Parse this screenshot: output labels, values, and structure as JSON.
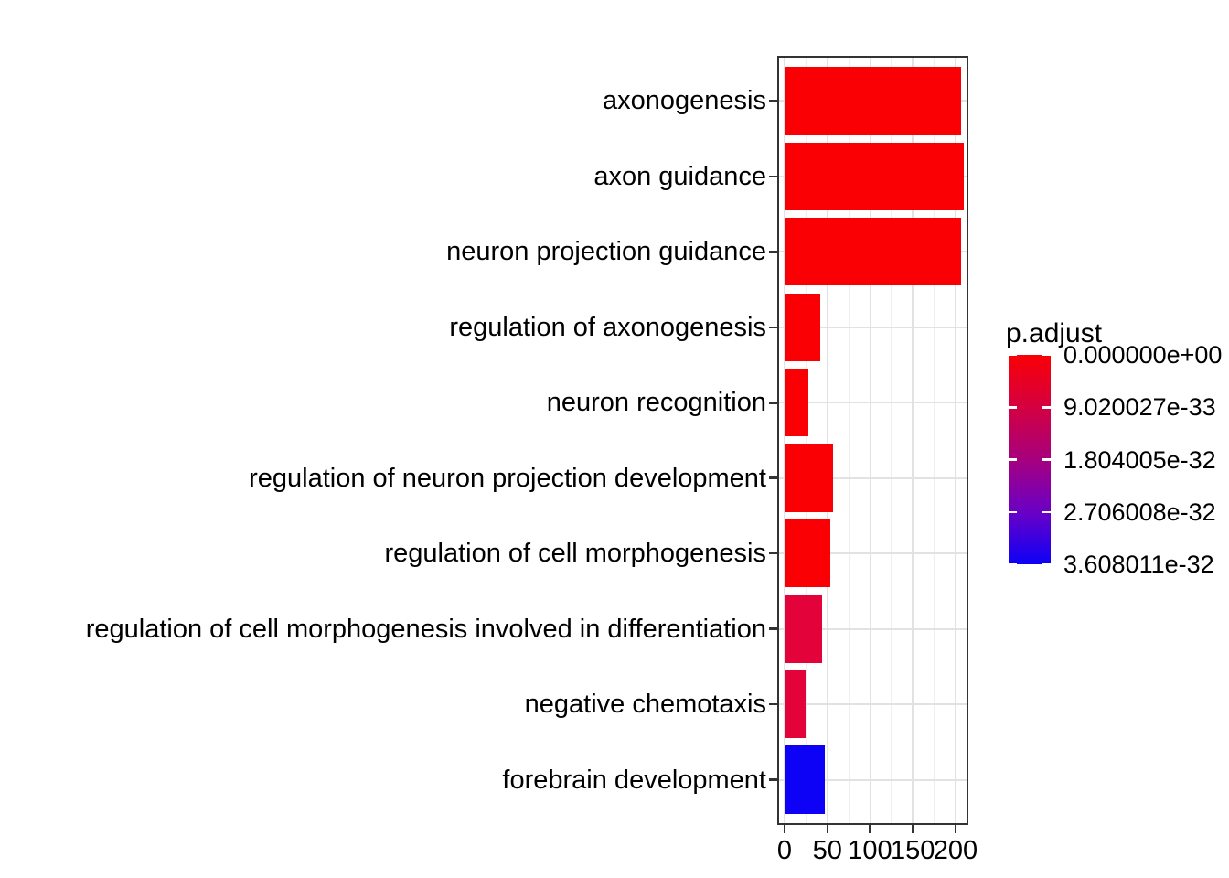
{
  "chart_data": {
    "type": "bar",
    "orientation": "horizontal",
    "title": "",
    "xlabel": "",
    "ylabel": "",
    "categories": [
      "axonogenesis",
      "axon guidance",
      "neuron projection guidance",
      "regulation of axonogenesis",
      "neuron recognition",
      "regulation of neuron projection development",
      "regulation of cell morphogenesis",
      "regulation of cell morphogenesis involved in differentiation",
      "negative chemotaxis",
      "forebrain development"
    ],
    "values": [
      206,
      210,
      206,
      42,
      28,
      57,
      54,
      44,
      25,
      47
    ],
    "bar_colors": [
      "#FA0005",
      "#FA0005",
      "#FA0005",
      "#FA0005",
      "#FA0005",
      "#FA0005",
      "#FA0005",
      "#E4023A",
      "#E4023A",
      "#0D01F6"
    ],
    "x_tick_values": [
      0,
      50,
      100,
      150,
      200
    ],
    "x_tick_labels": [
      "0",
      "50",
      "100",
      "150",
      "200"
    ],
    "x_minor_tick_values": [
      25,
      75,
      125,
      175
    ],
    "xlim": [
      -9,
      215
    ],
    "grid": true,
    "legend": {
      "title": "p.adjust",
      "position": "right",
      "colorbar_labels": [
        "0.000000e+00",
        "9.020027e-33",
        "1.804005e-32",
        "2.706008e-32",
        "3.608011e-32"
      ],
      "gradient_stops": [
        "#FA0005",
        "#D40040",
        "#A6007E",
        "#6A00C6",
        "#0D01F6"
      ]
    }
  }
}
